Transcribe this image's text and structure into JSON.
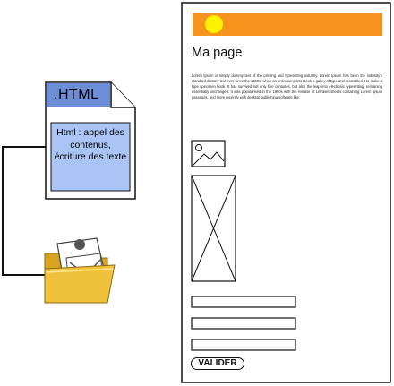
{
  "html_file": {
    "title": ".HTML",
    "description": "Html : appel des contenus, écriture des texte"
  },
  "mockup": {
    "title": "Ma page",
    "body": "Lorem Ipsum is simply dummy text of the printing and typesetting industry. Lorem Ipsum has been the industry's standard dummy text ever since the 1500s, when an unknown printer took a galley of type and scrambled it to make a type specimen book. It has survived not only five centuries, but also the leap into electronic typesetting, remaining essentially unchanged. It was popularised in the 1960s with the release of Letraset sheets containing Lorem Ipsum passages, and more recently with desktop publishing software like.",
    "button_label": "VALIDER"
  },
  "icons": [
    "file-html-icon",
    "folder-images-icon",
    "image-placeholder-icon",
    "media-placeholder-icon",
    "sun-logo-icon"
  ],
  "colors": {
    "file_header": "#6d8ed6",
    "file_body": "#a9c4f5",
    "header_bar": "#f7941d",
    "logo": "#fff200",
    "folder": "#f0c13a"
  }
}
